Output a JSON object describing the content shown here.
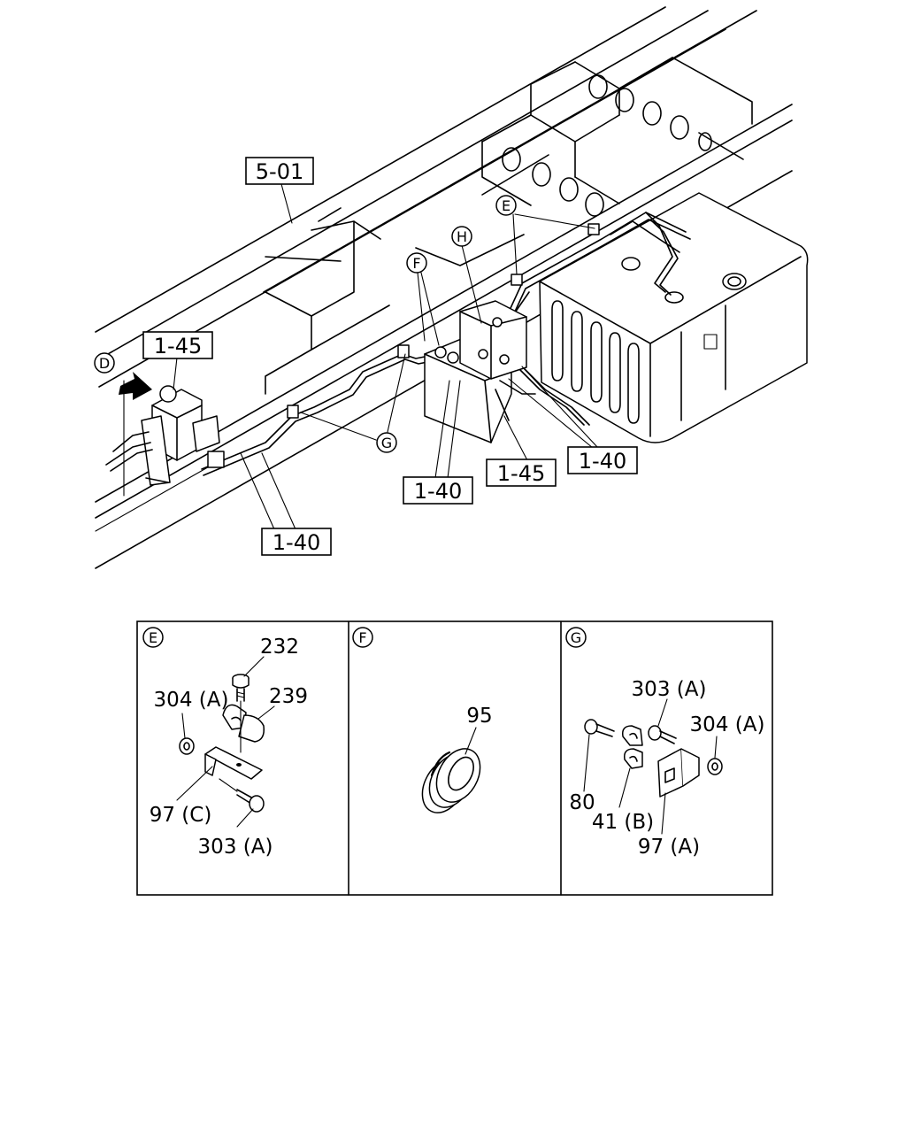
{
  "main_diagram": {
    "callouts": {
      "ref_frame": "5-01",
      "ref_valve_left": "1-45",
      "ref_valve_right": "1-45",
      "ref_pipe_bottom": "1-40",
      "ref_pipe_center": "1-40",
      "ref_pipe_right": "1-40"
    },
    "detail_markers": {
      "d": "D",
      "e": "E",
      "f": "F",
      "g": "G",
      "h": "H"
    }
  },
  "detail_panels": [
    {
      "marker": "E",
      "parts": {
        "bolt_top": "232",
        "clip": "239",
        "nut": "304 (A)",
        "bracket": "97 (C)",
        "bolt_bottom": "303 (A)"
      }
    },
    {
      "marker": "F",
      "parts": {
        "grommet": "95"
      }
    },
    {
      "marker": "G",
      "parts": {
        "bolt_top": "303 (A)",
        "nut": "304 (A)",
        "bolt_left": "80",
        "clip": "41 (B)",
        "bracket": "97 (A)"
      }
    }
  ]
}
